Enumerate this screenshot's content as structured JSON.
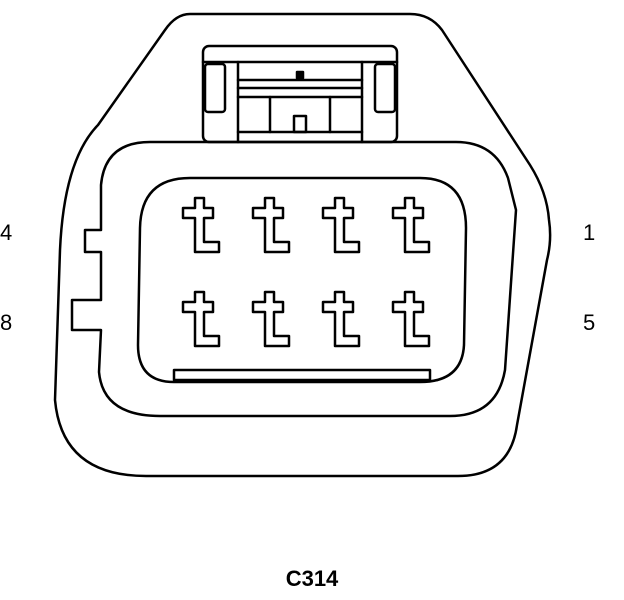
{
  "connector": {
    "id": "C314",
    "pins_per_row": 4,
    "row_labels": {
      "top_left": "4",
      "top_right": "1",
      "bottom_left": "8",
      "bottom_right": "5"
    }
  },
  "colors": {
    "line": "#000000",
    "background": "#ffffff"
  }
}
